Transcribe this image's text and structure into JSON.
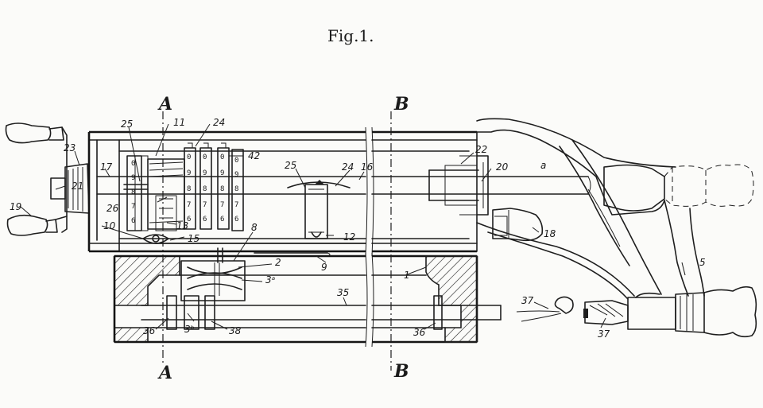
{
  "figure": {
    "title": "Fig.1.",
    "sections": {
      "a_top": "A",
      "a_bottom": "A",
      "b_top": "B",
      "b_bottom": "B"
    },
    "labels": {
      "l_1": "1",
      "l_2": "2",
      "l_3a": "3ᵃ",
      "l_3b": "3ᵇ",
      "l_5": "5",
      "l_8": "8",
      "l_9": "9",
      "l_10": "10",
      "l_11": "11",
      "l_12": "12",
      "l_13": "13",
      "l_15": "15",
      "l_16": "16",
      "l_17": "17",
      "l_18": "18",
      "l_19": "19",
      "l_20": "20",
      "l_21": "21",
      "l_22": "22",
      "l_23": "23",
      "l_24a": "24",
      "l_24b": "24",
      "l_25a": "25",
      "l_25b": "25",
      "l_26": "26",
      "l_35": "35",
      "l_36a": "36",
      "l_36b": "36",
      "l_37a": "37",
      "l_37b": "37",
      "l_38": "38",
      "l_42": "42",
      "l_a": "a"
    },
    "wheel_digits": [
      "0",
      "9",
      "8",
      "7",
      "6"
    ]
  }
}
